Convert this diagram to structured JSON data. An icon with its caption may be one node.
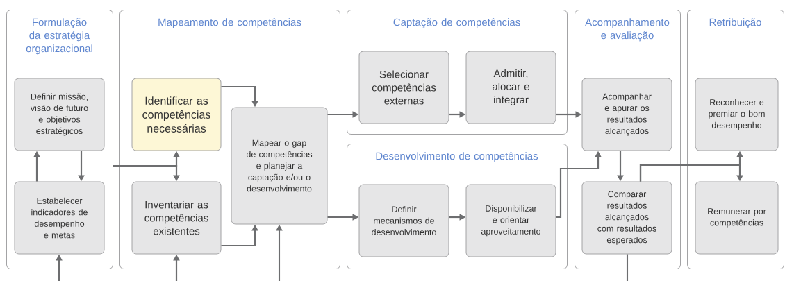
{
  "diagram": {
    "nodes": [
      {
        "text": [
          "Formulação da estratégia organizacional"
        ]
      },
      {
        "text": [
          "Mapeamento de competências"
        ]
      },
      {
        "text": [
          "Captação de competências"
        ]
      },
      {
        "text": [
          "Desenvolvimento de competências"
        ]
      },
      {
        "text": [
          "Acompanhamento e avaliação"
        ]
      },
      {
        "text": [
          "Retribuição"
        ]
      },
      {
        "text": [
          "Definir missão, visão de futuro e objetivos estratégicos"
        ],
        "in": 0
      },
      {
        "text": [
          "Estabelecer indicadores de desempenho e metas"
        ],
        "in": 0
      },
      {
        "text": [
          "Identificar as competências necessárias"
        ],
        "in": 1
      },
      {
        "text": [
          "Inventariar as competências existentes"
        ],
        "in": 1
      },
      {
        "text": [
          "Mapear o gap de competências e planejar a captação e/ou o desenvolvimento"
        ],
        "in": 1
      },
      {
        "text": [
          "Selecionar competências externas"
        ],
        "in": 2
      },
      {
        "text": [
          "Admitir, alocar e integrar"
        ],
        "in": 2
      },
      {
        "text": [
          "Definir mecanismos de desenvolvimento"
        ],
        "in": 3
      },
      {
        "text": [
          "Disponibilizar e orientar aproveitamento"
        ],
        "in": 3
      },
      {
        "text": [
          "Acompanhar e apurar os resultados alcançados"
        ],
        "in": 4
      },
      {
        "text": [
          "Comparar resultados alcançados com resultados esperados"
        ],
        "in": 4
      },
      {
        "text": [
          "Reconhecer e premiar o bom desempenho"
        ],
        "in": 5
      },
      {
        "text": [
          "Remunerar por competências"
        ],
        "in": 5
      }
    ],
    "edges": [
      {
        "from": 7,
        "to": 6,
        "arrow": "to"
      },
      {
        "from": 6,
        "to": 7,
        "arrow": "to"
      },
      {
        "from": 0,
        "to": 8,
        "arrow": "to"
      },
      {
        "from": 0,
        "to": 9,
        "arrow": "to"
      },
      {
        "from": 8,
        "to": 10,
        "arrow": "to"
      },
      {
        "from": 9,
        "to": 10,
        "arrow": "to"
      },
      {
        "from": null,
        "to": 7,
        "arrow": "to"
      },
      {
        "from": null,
        "to": 9,
        "arrow": "to"
      },
      {
        "from": null,
        "to": 10,
        "arrow": "to"
      },
      {
        "from": 10,
        "to": 11,
        "arrow": "to"
      },
      {
        "from": 10,
        "to": 13,
        "arrow": "to"
      },
      {
        "from": 11,
        "to": 12,
        "arrow": "to"
      },
      {
        "from": 12,
        "to": 15,
        "arrow": "to"
      },
      {
        "from": 13,
        "to": 14,
        "arrow": "to"
      },
      {
        "from": 14,
        "to": 15,
        "arrow": "to"
      },
      {
        "from": 15,
        "to": 16,
        "arrow": "to"
      },
      {
        "from": 16,
        "to": 17,
        "arrow": "to"
      },
      {
        "from": 16,
        "to": 18,
        "arrow": "to"
      },
      {
        "from": 16,
        "to": null,
        "arrow": "none"
      }
    ]
  }
}
